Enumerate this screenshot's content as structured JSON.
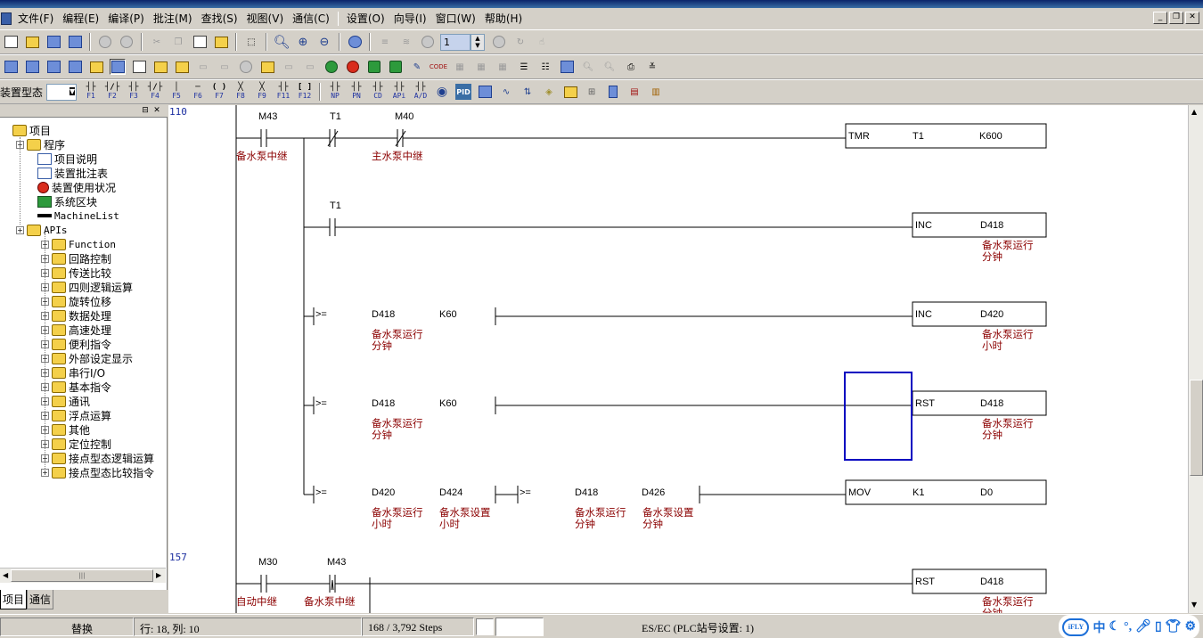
{
  "menu": {
    "items": [
      "文件(F)",
      "编程(E)",
      "编译(P)",
      "批注(M)",
      "查找(S)",
      "视图(V)",
      "通信(C)",
      "设置(O)",
      "向导(I)",
      "窗口(W)",
      "帮助(H)"
    ]
  },
  "toolbar1": {
    "step_value": "1"
  },
  "toolbar3": {
    "mode_label": "装置型态",
    "fkeys": [
      "F1",
      "F2",
      "F3",
      "F4",
      "F5",
      "F6",
      "F7",
      "F8",
      "F9",
      "F11",
      "F12",
      "NP",
      "PN",
      "CD",
      "APi",
      "A/D"
    ],
    "special": "PID"
  },
  "project_tree": {
    "root": "项目",
    "children": [
      {
        "label": "程序",
        "icon": "program-icon"
      },
      {
        "label": "项目说明",
        "icon": "description-icon"
      },
      {
        "label": "装置批注表",
        "icon": "annotation-icon"
      },
      {
        "label": "装置使用状况",
        "icon": "usage-icon"
      },
      {
        "label": "系统区块",
        "icon": "system-block-icon"
      },
      {
        "label": "MachineList",
        "icon": "machine-list-icon"
      },
      {
        "label": "APIs",
        "icon": "apis-icon"
      }
    ],
    "apis": [
      "Function",
      "回路控制",
      "传送比较",
      "四则逻辑运算",
      "旋转位移",
      "数据处理",
      "高速处理",
      "便利指令",
      "外部设定显示",
      "串行I/O",
      "基本指令",
      "通讯",
      "浮点运算",
      "其他",
      "定位控制",
      "接点型态逻辑运算",
      "接点型态比较指令"
    ]
  },
  "panel_tabs": [
    "项目",
    "通信"
  ],
  "ladder": {
    "rung1_no": "110",
    "rung2_no": "157",
    "contacts": {
      "m43": "M43",
      "m43_cmt": "备水泵中继",
      "t1": "T1",
      "m40": "M40",
      "m40_cmt": "主水泵中继",
      "t1b": "T1",
      "m30": "M30",
      "m30_cmt": "自动中继",
      "m43b": "M43",
      "m43b_cmt": "备水泵中继"
    },
    "compare": {
      "op": ">=",
      "c1_a": "D418",
      "c1_b": "K60",
      "c1_a_cmt1": "备水泵运行",
      "c1_a_cmt2": "分钟",
      "c2_a": "D418",
      "c2_b": "K60",
      "c2_a_cmt1": "备水泵运行",
      "c2_a_cmt2": "分钟",
      "c3_a": "D420",
      "c3_b": "D424",
      "c3_a_cmt1": "备水泵运行",
      "c3_a_cmt2": "小时",
      "c3_b_cmt1": "备水泵设置",
      "c3_b_cmt2": "小时",
      "c4_a": "D418",
      "c4_b": "D426",
      "c4_a_cmt1": "备水泵运行",
      "c4_a_cmt2": "分钟",
      "c4_b_cmt1": "备水泵设置",
      "c4_b_cmt2": "分钟"
    },
    "outputs": {
      "o1_op": "TMR",
      "o1_a": "T1",
      "o1_b": "K600",
      "o2_op": "INC",
      "o2_a": "D418",
      "o2_cmt1": "备水泵运行",
      "o2_cmt2": "分钟",
      "o3_op": "INC",
      "o3_a": "D420",
      "o3_cmt1": "备水泵运行",
      "o3_cmt2": "小时",
      "o4_op": "RST",
      "o4_a": "D418",
      "o4_cmt1": "备水泵运行",
      "o4_cmt2": "分钟",
      "o5_op": "MOV",
      "o5_a": "K1",
      "o5_b": "D0",
      "o6_op": "RST",
      "o6_a": "D418",
      "o6_cmt1": "备水泵运行",
      "o6_cmt2": "分钟"
    }
  },
  "status": {
    "mode": "替换",
    "position": "行: 18, 列: 10",
    "steps": "168 / 3,792 Steps",
    "plc": "ES/EC (PLC站号设置: 1)"
  },
  "ime": {
    "logo": "iFLY",
    "lang": "中"
  },
  "colors": {
    "comment": "#8b0000",
    "cursor": "#0000c0",
    "rung_number": "#1c2fa0"
  }
}
